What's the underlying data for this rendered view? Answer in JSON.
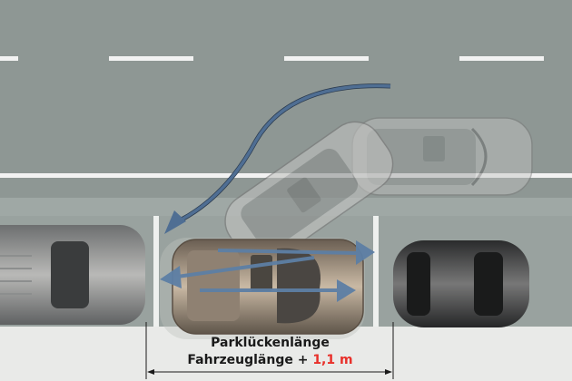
{
  "diagram": {
    "type": "parallel-parking-illustration",
    "labels": {
      "line1": "Parklückenlänge",
      "line2_prefix": "Fahrzeuglänge + ",
      "line2_value": "1,1 m"
    },
    "colors": {
      "road": "#8e9794",
      "parking_lane": "#99a29f",
      "sidewalk": "#e9eae8",
      "lane_marking": "#f2f2f2",
      "path_arrow": "#4f6e93",
      "highlight_value": "#e8302a",
      "text": "#1a1a1a"
    },
    "elements": [
      "road-with-dashed-center-line",
      "solid-edge-line",
      "parking-space-markers",
      "car-front-left-parked",
      "car-rear-right-parked",
      "ghost-car-approach",
      "ghost-car-turning",
      "car-parking-final-position",
      "curved-path-arrow",
      "maneuver-arrows",
      "dimension-line-with-arrows"
    ]
  }
}
